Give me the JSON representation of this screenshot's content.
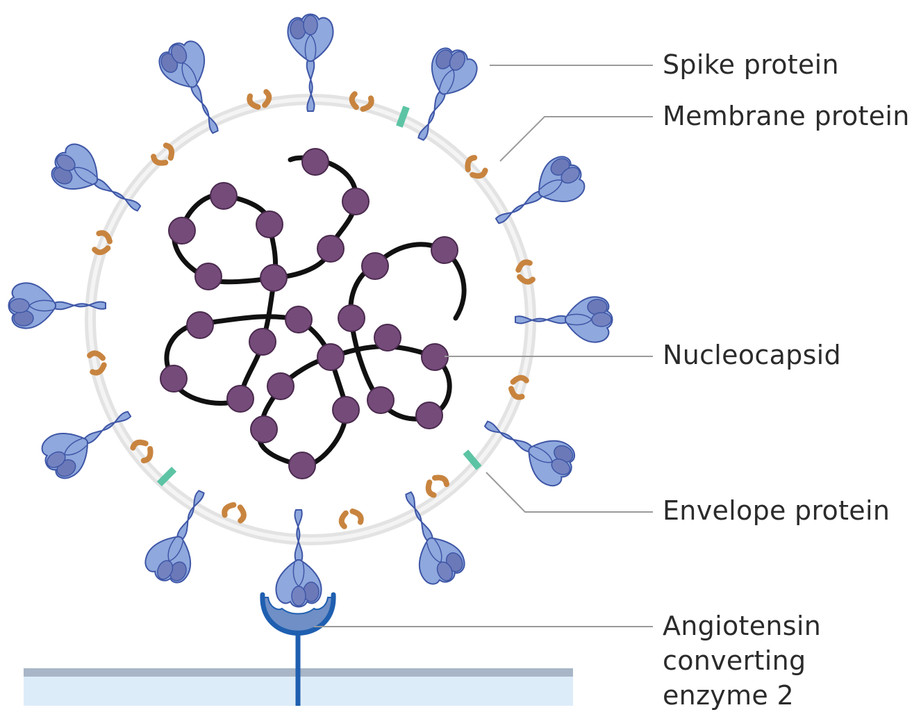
{
  "labels": {
    "spike": "Spike protein",
    "membrane": "Membrane protein",
    "nucleocapsid": "Nucleocapsid",
    "envelope": "Envelope protein",
    "ace2_line1": "Angiotensin",
    "ace2_line2": "converting",
    "ace2_line3": "enzyme 2"
  },
  "colors": {
    "spike_fill": "#8fa8dd",
    "spike_stroke": "#3e56a6",
    "spike_dark": "#6c79b8",
    "membrane_protein": "#c8843f",
    "envelope_protein": "#5cc4a4",
    "envelope_ring": "#e3e3e3",
    "nucleocapsid_bead": "#754b7a",
    "rna_strand": "#111111",
    "ace2_stroke": "#1f5fb0",
    "ace2_fill": "#6f8fc6",
    "cell_membrane_top": "#a8b6c8",
    "cell_body": "#ddecf9",
    "leader_line": "#9a9a9a"
  }
}
